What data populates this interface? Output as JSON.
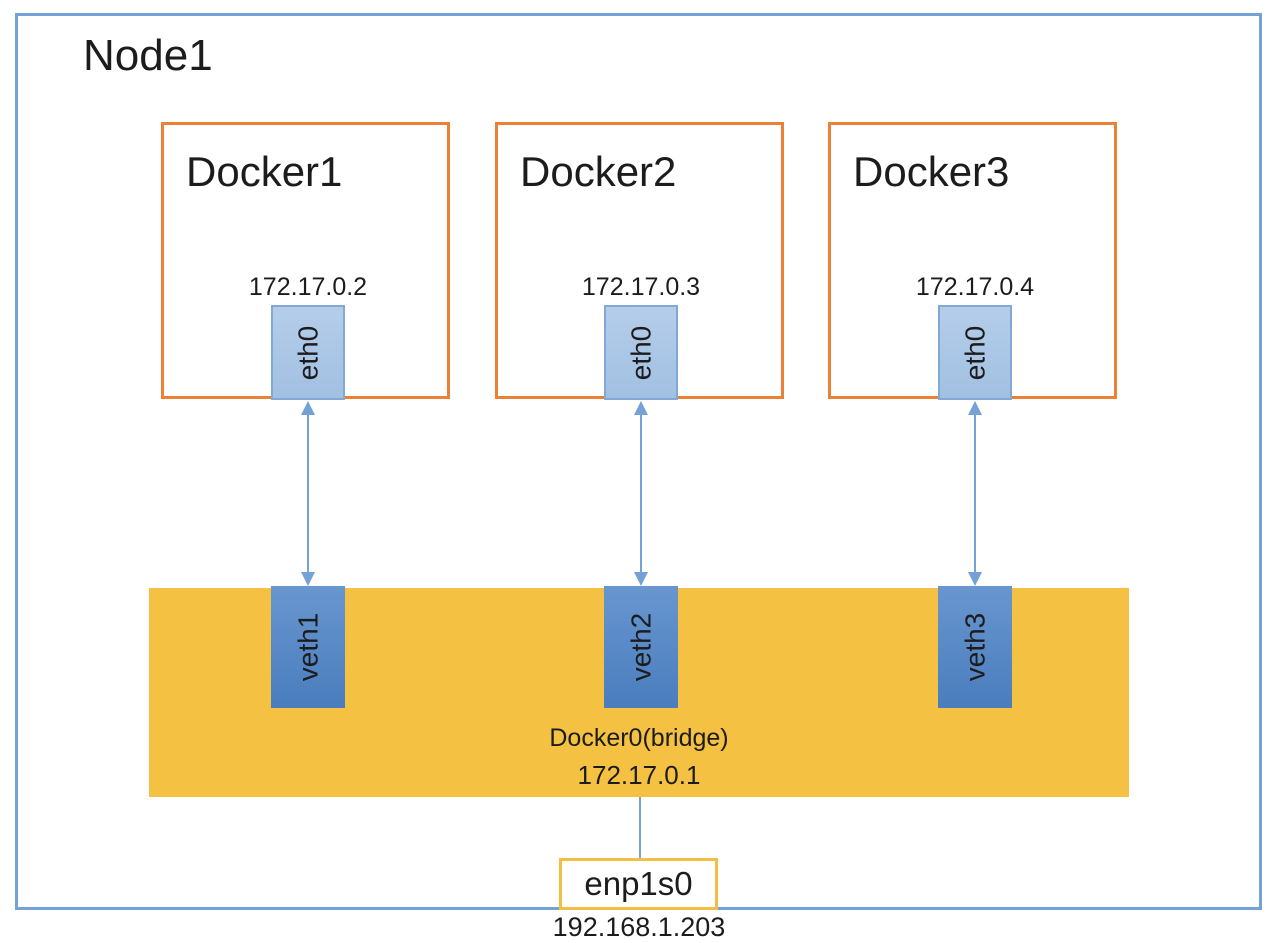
{
  "diagram": {
    "node_label": "Node1",
    "containers": [
      {
        "name": "Docker1",
        "interface": "eth0",
        "ip": "172.17.0.2",
        "veth": "veth1"
      },
      {
        "name": "Docker2",
        "interface": "eth0",
        "ip": "172.17.0.3",
        "veth": "veth2"
      },
      {
        "name": "Docker3",
        "interface": "eth0",
        "ip": "172.17.0.4",
        "veth": "veth3"
      }
    ],
    "bridge": {
      "label": "Docker0(bridge)",
      "ip": "172.17.0.1"
    },
    "host_interface": {
      "label": "enp1s0",
      "ip": "192.168.1.203"
    }
  },
  "colors": {
    "node_border": "#74A1D6",
    "container_border": "#EA8137",
    "eth_fill_top": "#B4CDEA",
    "eth_fill_bottom": "#A2C0E2",
    "eth_border": "#84A8D4",
    "veth_fill_top": "#6896CF",
    "veth_fill_bottom": "#4A7DBE",
    "bridge_fill": "#F4C142",
    "host_if_border": "#F4BE45",
    "arrow": "#74A1D6",
    "text": "#1C1C1C"
  }
}
